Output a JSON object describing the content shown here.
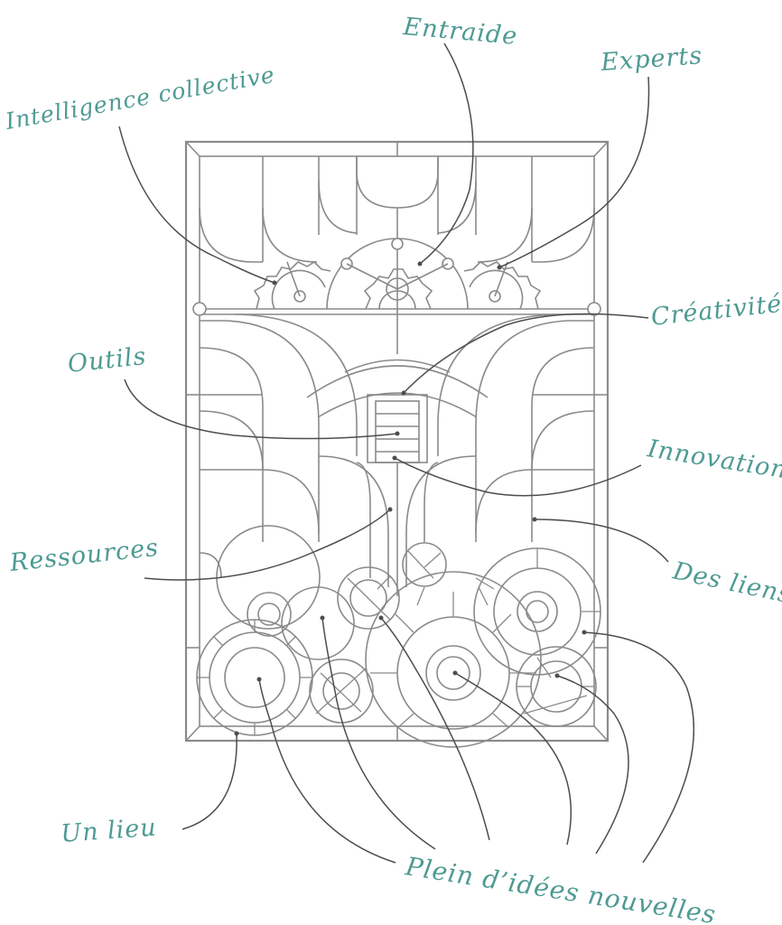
{
  "colors": {
    "label": "#4e9a93",
    "line": "#8a8a8a",
    "leader": "#4d4d4d",
    "background": "#ffffff"
  },
  "labels": {
    "entraide": "Entraide",
    "experts": "Experts",
    "intelligence": "Intelligence collective",
    "creativite": "Créativité",
    "outils": "Outils",
    "innovation": "Innovation",
    "ressources": "Ressources",
    "des_liens": "Des liens",
    "un_lieu": "Un lieu",
    "plein": "Plein d’idées nouvelles"
  }
}
